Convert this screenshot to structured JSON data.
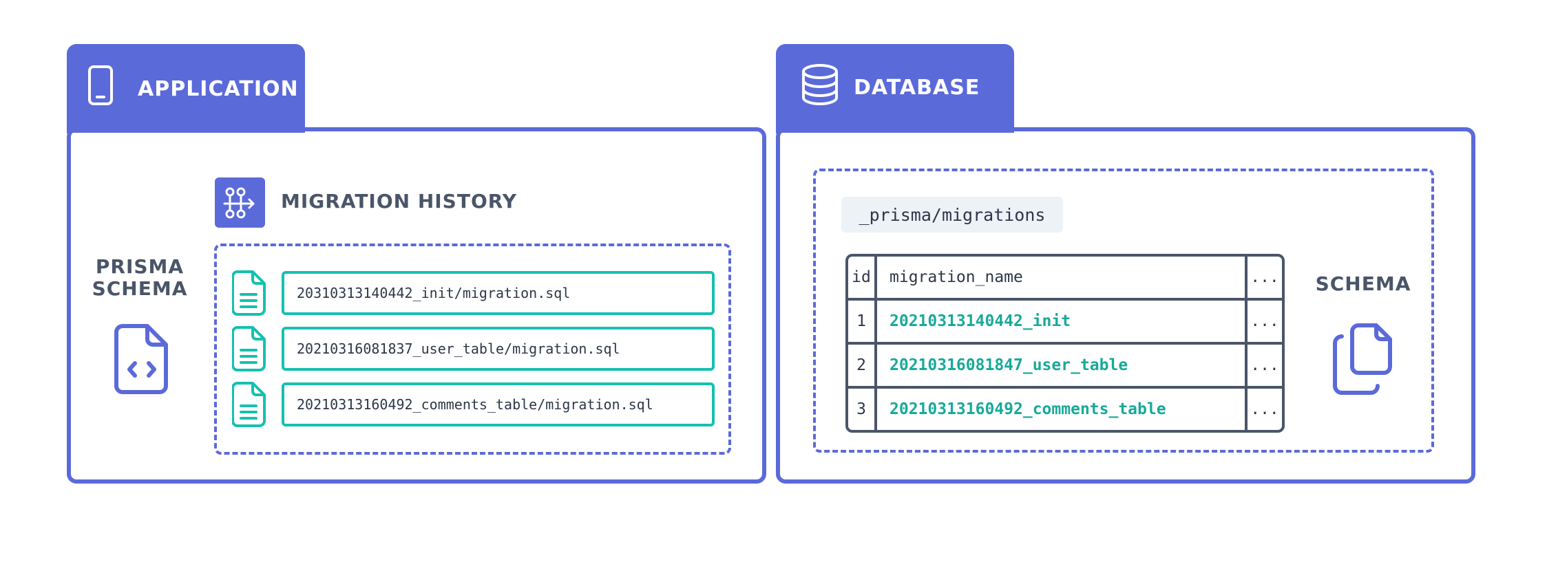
{
  "application": {
    "tab_label": "APPLICATION",
    "tab_icon": "mobile-phone-icon",
    "prisma_schema_label_line1": "PRISMA",
    "prisma_schema_label_line2": "SCHEMA",
    "prisma_schema_icon": "code-file-icon",
    "migration_history": {
      "title": "MIGRATION HISTORY",
      "icon": "migration-flow-icon",
      "files": [
        "20310313140442_init/migration.sql",
        "20210316081837_user_table/migration.sql",
        "20210313160492_comments_table/migration.sql"
      ]
    }
  },
  "database": {
    "tab_label": "DATABASE",
    "tab_icon": "database-icon",
    "table_label": "_prisma/migrations",
    "table": {
      "headers": [
        "id",
        "migration_name",
        "..."
      ],
      "rows": [
        [
          "1",
          "20210313140442_init",
          "..."
        ],
        [
          "2",
          "20210316081847_user_table",
          "..."
        ],
        [
          "3",
          "20210313160492_comments_table",
          "..."
        ]
      ]
    },
    "schema_label": "SCHEMA",
    "schema_icon": "copy-files-icon"
  },
  "colors": {
    "primary": "#5b6ad9",
    "teal": "#16c0b0",
    "text": "#4a5568"
  }
}
